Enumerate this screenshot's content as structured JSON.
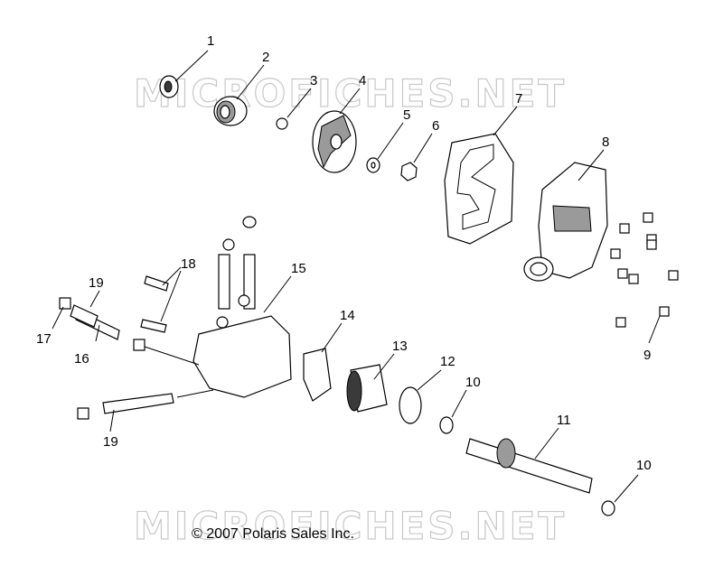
{
  "watermark": "MICROFICHES.NET",
  "copyright": "© 2007 Polaris Sales Inc.",
  "callouts": [
    "1",
    "2",
    "3",
    "4",
    "5",
    "6",
    "7",
    "8",
    "9",
    "10",
    "10",
    "11",
    "12",
    "13",
    "14",
    "15",
    "16",
    "17",
    "18",
    "19",
    "19"
  ]
}
